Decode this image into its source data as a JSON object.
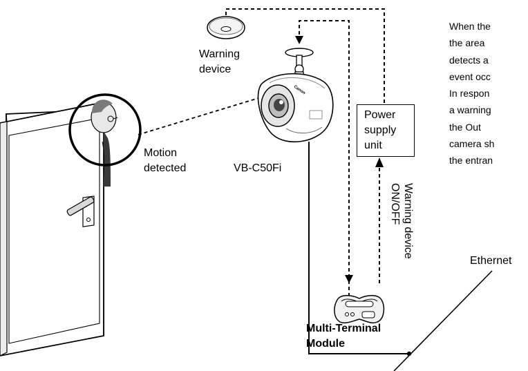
{
  "labels": {
    "warning_device": [
      "Warning",
      "device"
    ],
    "power_supply_unit": [
      "Power",
      "supply",
      "unit"
    ],
    "motion_detected": [
      "Motion",
      "detected"
    ],
    "camera_model": "VB-C50Fi",
    "warning_device_onoff": [
      "Warning device",
      "ON/OFF"
    ],
    "multi_terminal_module": [
      "Multi-Terminal",
      "Module"
    ],
    "ethernet": "Ethernet",
    "camera_brand": "Canon"
  },
  "description_lines": [
    "When the",
    "the area",
    "detects a",
    "event occ",
    "In respon",
    "a warning",
    "the Out",
    "camera sh",
    "the entran"
  ]
}
